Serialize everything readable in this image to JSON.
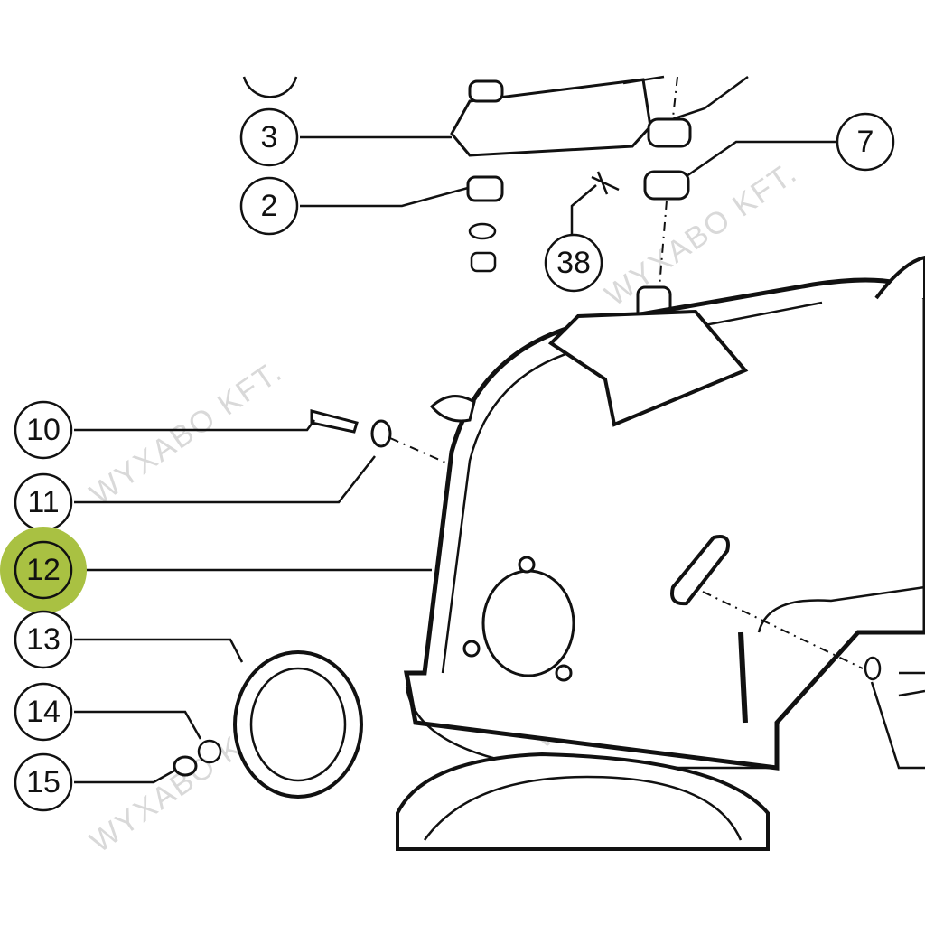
{
  "diagram": {
    "highlight_color": "#a9c142",
    "watermark": "WYXABO KFT.",
    "callouts": [
      {
        "id": "3",
        "label": "3"
      },
      {
        "id": "2",
        "label": "2"
      },
      {
        "id": "7",
        "label": "7"
      },
      {
        "id": "38",
        "label": "38"
      },
      {
        "id": "10",
        "label": "10"
      },
      {
        "id": "11",
        "label": "11"
      },
      {
        "id": "12",
        "label": "12",
        "highlighted": true
      },
      {
        "id": "13",
        "label": "13"
      },
      {
        "id": "14",
        "label": "14"
      },
      {
        "id": "15",
        "label": "15"
      }
    ]
  }
}
